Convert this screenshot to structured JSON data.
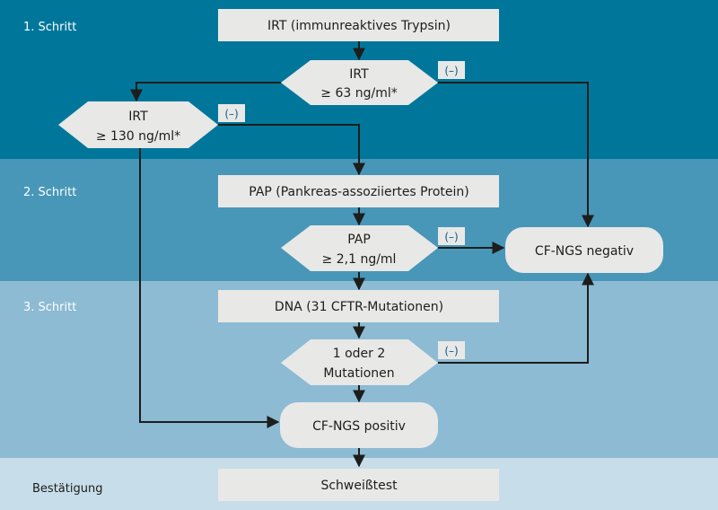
{
  "stages": {
    "step1": "1. Schritt",
    "step2": "2. Schritt",
    "step3": "3. Schritt",
    "confirm": "Bestätigung"
  },
  "nodes": {
    "irt_test": "IRT (immunreaktives Trypsin)",
    "irt63_line1": "IRT",
    "irt63_line2": "≥ 63 ng/ml*",
    "irt130_line1": "IRT",
    "irt130_line2": "≥ 130 ng/ml*",
    "pap_test": "PAP (Pankreas-assoziiertes Protein)",
    "pap_line1": "PAP",
    "pap_line2": "≥ 2,1 ng/ml",
    "dna_test": "DNA (31 CFTR-Mutationen)",
    "mut_line1": "1 oder 2",
    "mut_line2": "Mutationen",
    "negative": "CF-NGS negativ",
    "positive": "CF-NGS positiv",
    "sweat_test": "Schweißtest"
  },
  "negative_label": "(–)",
  "colors": {
    "band1": "#00779a",
    "band2": "#4897b8",
    "band3": "#8cbbd3",
    "band4": "#c7dde9",
    "box": "#e8e8e7",
    "line": "#1d1d1b",
    "neg_text": "#0b5f8a"
  }
}
